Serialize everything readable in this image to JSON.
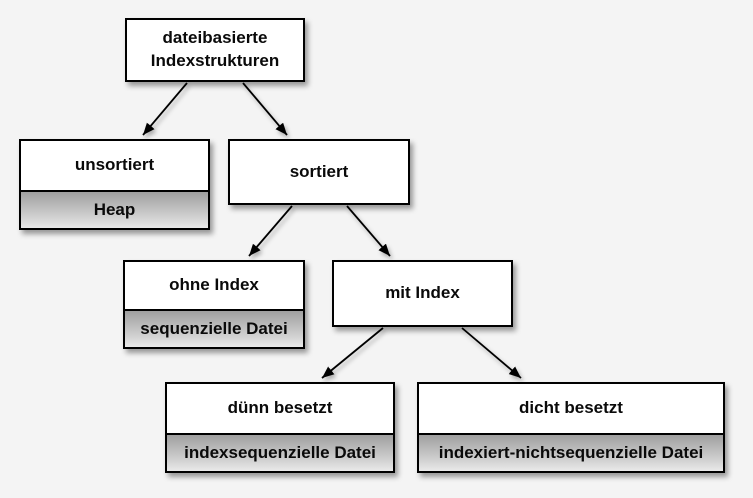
{
  "diagram_type": "tree",
  "nodes": [
    {
      "id": "root",
      "label": "dateibasierte Indexstrukturen"
    },
    {
      "id": "unsortiert",
      "label": "unsortiert",
      "sublabel": "Heap"
    },
    {
      "id": "sortiert",
      "label": "sortiert"
    },
    {
      "id": "ohne-index",
      "label": "ohne Index",
      "sublabel": "sequenzielle Datei"
    },
    {
      "id": "mit-index",
      "label": "mit Index"
    },
    {
      "id": "duenn",
      "label": "dünn besetzt",
      "sublabel": "indexsequenzielle Datei"
    },
    {
      "id": "dicht",
      "label": "dicht besetzt",
      "sublabel": "indexiert-nichtsequenzielle Datei"
    }
  ],
  "edges": [
    {
      "from": "dateibasierte Indexstrukturen",
      "to": "unsortiert"
    },
    {
      "from": "dateibasierte Indexstrukturen",
      "to": "sortiert"
    },
    {
      "from": "sortiert",
      "to": "ohne Index"
    },
    {
      "from": "sortiert",
      "to": "mit Index"
    },
    {
      "from": "mit Index",
      "to": "dünn besetzt"
    },
    {
      "from": "mit Index",
      "to": "dicht besetzt"
    }
  ],
  "colors": {
    "background": "#f4f4f4",
    "box_fill": "#ffffff",
    "box_border": "#000000",
    "sublabel_gradient_top": "#9f9f9f",
    "sublabel_gradient_bottom": "#e9e9e9",
    "edge": "#000000",
    "text": "#0a0a0a"
  }
}
